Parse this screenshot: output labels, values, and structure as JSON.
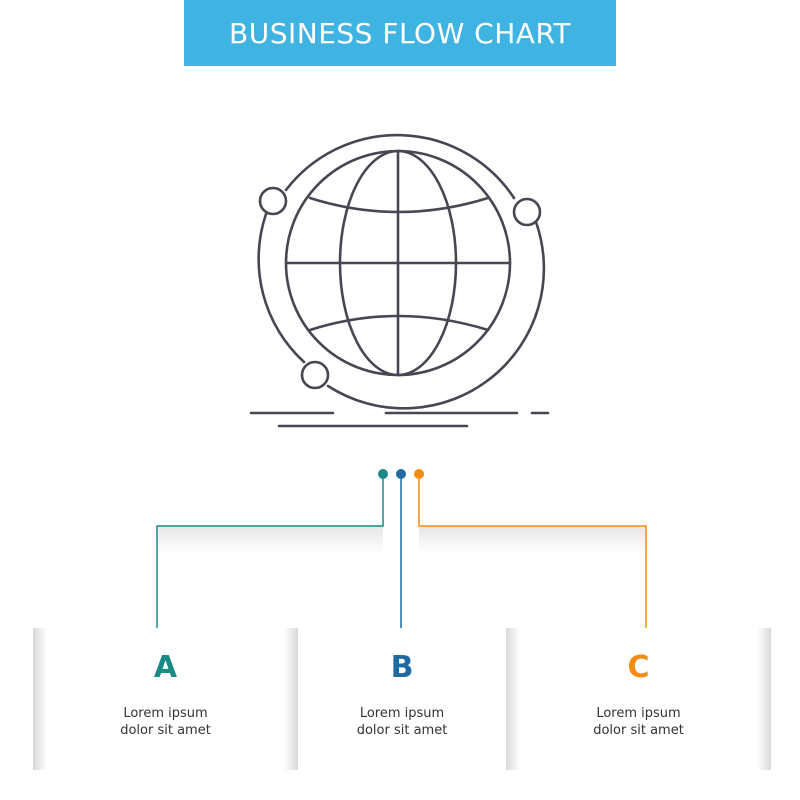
{
  "header": {
    "title": "BUSINESS FLOW CHART",
    "color": "#3fb3e1"
  },
  "icon": {
    "name": "globe-with-orbit-icon",
    "stroke_color": "#4a4553"
  },
  "branches": [
    {
      "letter": "A",
      "line1": "Lorem ipsum",
      "line2": "dolor sit amet",
      "color": "#1a8a84"
    },
    {
      "letter": "B",
      "line1": "Lorem ipsum",
      "line2": "dolor sit amet",
      "color": "#1e6aa1"
    },
    {
      "letter": "C",
      "line1": "Lorem ipsum",
      "line2": "dolor sit amet",
      "color": "#f28c13"
    }
  ]
}
